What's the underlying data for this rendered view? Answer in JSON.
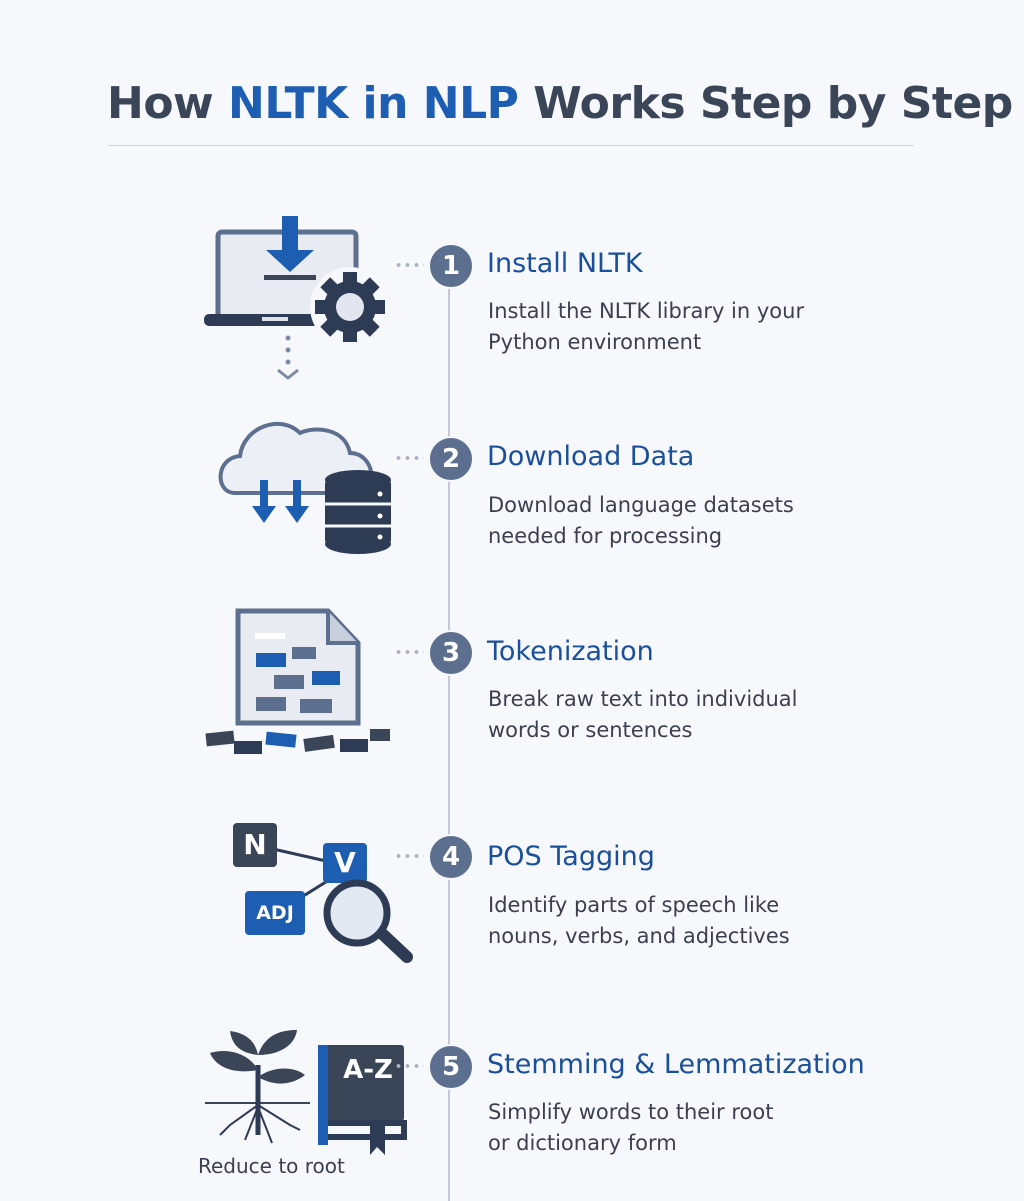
{
  "title": {
    "prefix": "How ",
    "highlight": "NLTK in NLP",
    "suffix": " Works Step by Step"
  },
  "steps": [
    {
      "number": "1",
      "title": "Install NLTK",
      "desc1": "Install the NLTK library in your",
      "desc2": "Python environment",
      "icon": "laptop-download-gear-icon"
    },
    {
      "number": "2",
      "title": "Download Data",
      "desc1": "Download language datasets",
      "desc2": "needed for processing",
      "icon": "cloud-database-icon"
    },
    {
      "number": "3",
      "title": "Tokenization",
      "desc1": "Break raw text into individual",
      "desc2": "words or sentences",
      "icon": "document-tokens-icon"
    },
    {
      "number": "4",
      "title": "POS Tagging",
      "desc1": "Identify parts of speech like",
      "desc2": "nouns, verbs, and adjectives",
      "icon": "tags-magnifier-icon",
      "tags": [
        "N",
        "V",
        "ADJ"
      ]
    },
    {
      "number": "5",
      "title": "Stemming & Lemmatization",
      "desc1": "Simplify words to their root",
      "desc2": "or dictionary form",
      "icon": "plant-book-icon",
      "book_label": "A-Z",
      "caption": "Reduce to root"
    }
  ],
  "colors": {
    "accent": "#1d5eb3",
    "dark": "#3b4558",
    "badge": "#5d6f8f"
  }
}
